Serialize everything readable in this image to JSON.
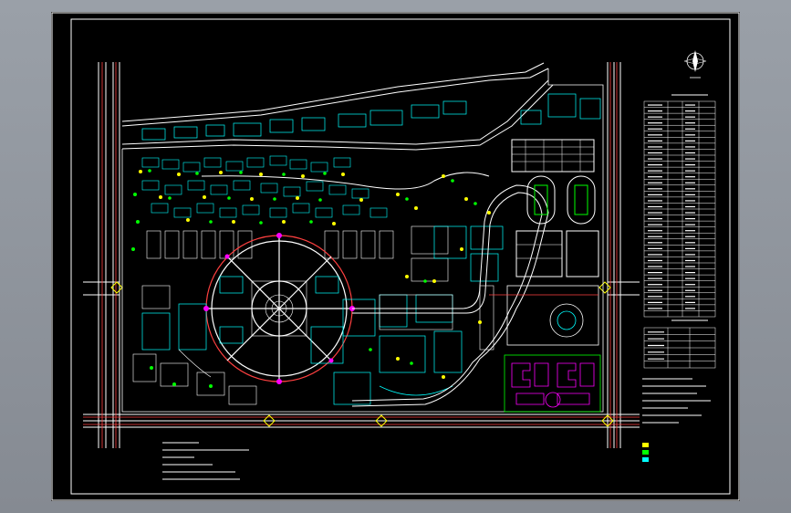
{
  "viewer": {
    "background_color": "#8f949c",
    "sheet_color": "#000000"
  },
  "drawing": {
    "colors": {
      "border": "#ffffff",
      "road": "#ffffff",
      "road_edge": "#ff4040",
      "building": "#00ffff",
      "green": "#00ff00",
      "yellow": "#ffff00",
      "magenta": "#ff00ff",
      "white": "#ffffff"
    },
    "legend_table_rows": 36,
    "legend_secondary_rows": 6,
    "notes_count": 6,
    "north_arrow_icon": "compass-rose-icon",
    "symbols": [
      "compass-rose-icon"
    ]
  }
}
